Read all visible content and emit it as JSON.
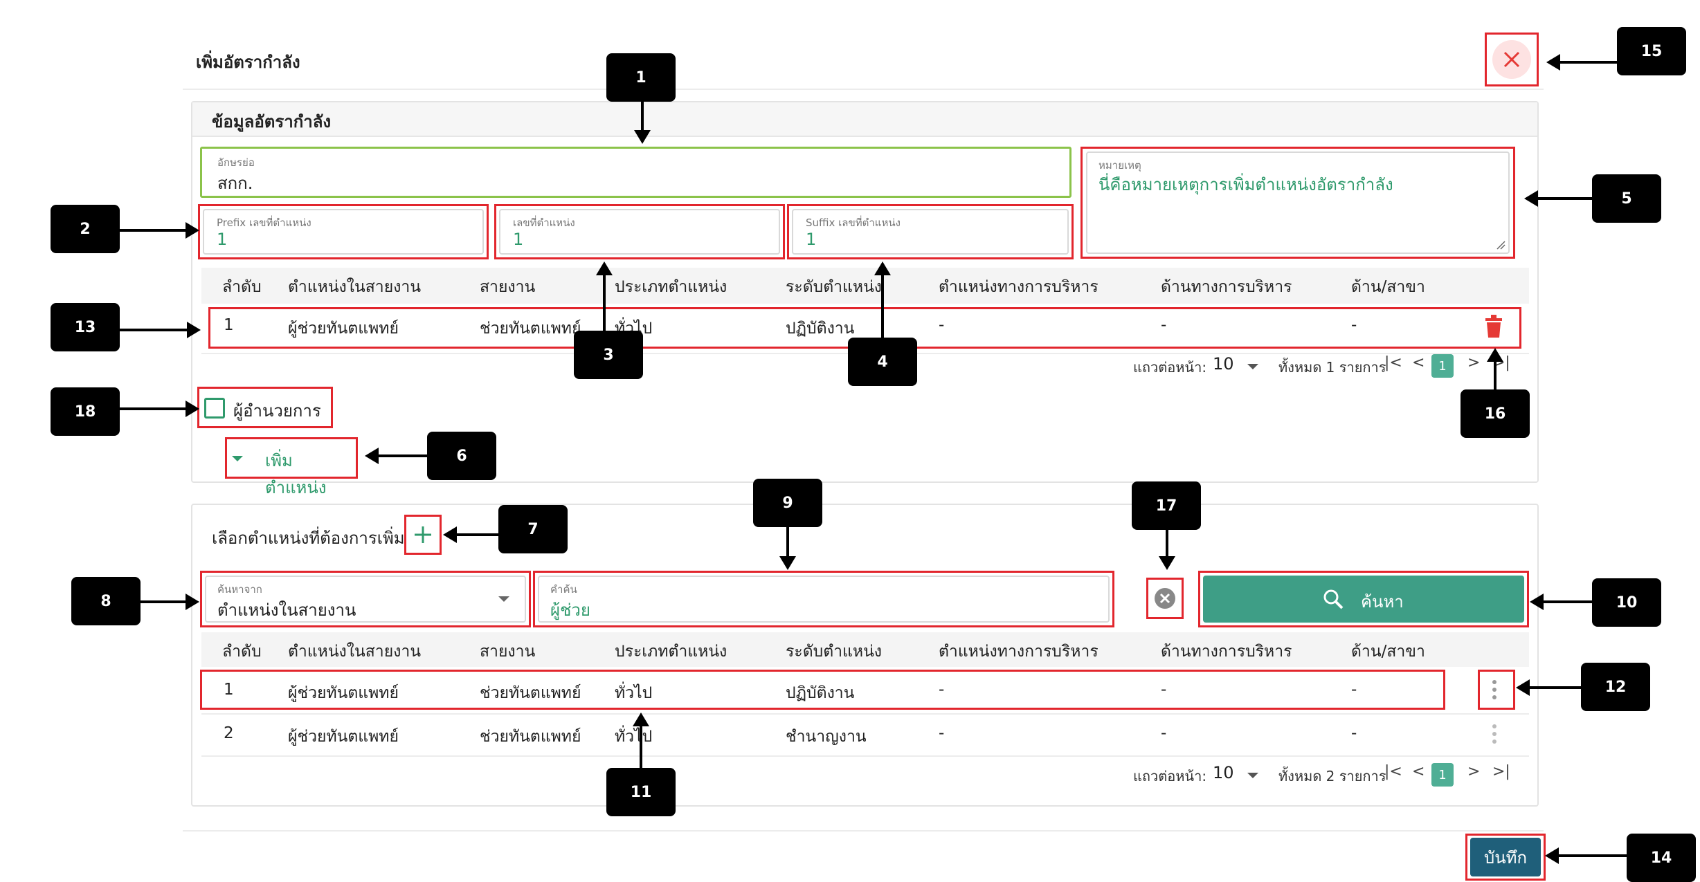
{
  "dialog": {
    "title": "เพิ่มอัตรากำลัง",
    "save_label": "บันทึก"
  },
  "section1": {
    "title": "ข้อมูลอัตรากำลัง",
    "abbr": {
      "label": "อักษรย่อ",
      "value": "สกก."
    },
    "prefix": {
      "label": "Prefix เลขที่ตำแหน่ง",
      "value": "1"
    },
    "position_no": {
      "label": "เลขที่ตำแหน่ง",
      "value": "1"
    },
    "suffix": {
      "label": "Suffix เลขที่ตำแหน่ง",
      "value": "1"
    },
    "remark": {
      "label": "หมายเหตุ",
      "value": "นี่คือหมายเหตุการเพิ่มตำแหน่งอัตรากำลัง"
    },
    "table": {
      "headers": [
        "ลำดับ",
        "ตำแหน่งในสายงาน",
        "สายงาน",
        "ประเภทตำแหน่ง",
        "ระดับตำแหน่ง",
        "ตำแหน่งทางการบริหาร",
        "ด้านทางการบริหาร",
        "ด้าน/สาขา"
      ],
      "rows": [
        [
          "1",
          "ผู้ช่วยทันตแพทย์",
          "ช่วยทันตแพทย์",
          "ทั่วไป",
          "ปฏิบัติงาน",
          "-",
          "-",
          "-"
        ]
      ]
    },
    "pagination": {
      "rows_label": "แถวต่อหน้า:",
      "rows_value": "10",
      "total": "ทั้งหมด 1 รายการ",
      "page": "1"
    },
    "director_label": "ผู้อำนวยการ",
    "add_position_label": "เพิ่มตำแหน่ง"
  },
  "section2": {
    "title": "เลือกตำแหน่งที่ต้องการเพิ่ม",
    "search_from": {
      "label": "ค้นหาจาก",
      "value": "ตำแหน่งในสายงาน"
    },
    "keyword": {
      "label": "คำค้น",
      "value": "ผู้ช่วย"
    },
    "search_label": "ค้นหา",
    "table": {
      "headers": [
        "ลำดับ",
        "ตำแหน่งในสายงาน",
        "สายงาน",
        "ประเภทตำแหน่ง",
        "ระดับตำแหน่ง",
        "ตำแหน่งทางการบริหาร",
        "ด้านทางการบริหาร",
        "ด้าน/สาขา"
      ],
      "rows": [
        [
          "1",
          "ผู้ช่วยทันตแพทย์",
          "ช่วยทันตแพทย์",
          "ทั่วไป",
          "ปฏิบัติงาน",
          "-",
          "-",
          "-"
        ],
        [
          "2",
          "ผู้ช่วยทันตแพทย์",
          "ช่วยทันตแพทย์",
          "ทั่วไป",
          "ชำนาญงาน",
          "-",
          "-",
          "-"
        ]
      ]
    },
    "pagination": {
      "rows_label": "แถวต่อหน้า:",
      "rows_value": "10",
      "total": "ทั้งหมด 2 รายการ",
      "page": "1"
    }
  },
  "callouts": [
    "1",
    "2",
    "3",
    "4",
    "5",
    "6",
    "7",
    "8",
    "9",
    "10",
    "11",
    "12",
    "13",
    "14",
    "15",
    "16",
    "17",
    "18"
  ],
  "colors": {
    "accent": "#2f9a6c",
    "save": "#1f5f7a",
    "danger": "#e2262d",
    "delete": "#e53935"
  },
  "icons": [
    "close-icon",
    "trash-icon",
    "chevron-down-icon",
    "plus-icon",
    "search-icon",
    "clear-icon",
    "kebab-icon",
    "first-page-icon",
    "prev-page-icon",
    "next-page-icon",
    "last-page-icon",
    "checkbox-icon",
    "dropdown-icon"
  ]
}
